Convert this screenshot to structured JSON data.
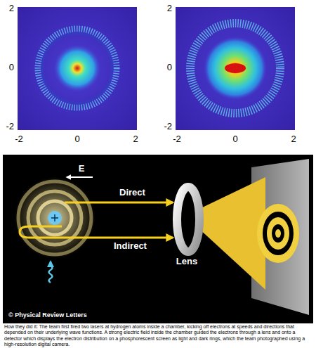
{
  "diagram": {
    "caption": "How they did it: The team first fired two lasers at hydrogen atoms inside a chamber, kicking off electrons at speeds and directions that depended on their underlying wave functions. A strong electric field inside the chamber guided the electrons through a lens and onto a detector which displays the electron distribution on a phosphorescent screen as light and dark rings, which the team photographed using a high-resolution digital camera.",
    "labels": [
      "2",
      "0",
      "-2",
      "-2",
      "0",
      "2",
      "2",
      "0",
      "-2",
      "-2",
      "0",
      "2",
      "E",
      "Direct",
      "Indirect",
      "Lens",
      "© Physical Review Letters"
    ]
  }
}
